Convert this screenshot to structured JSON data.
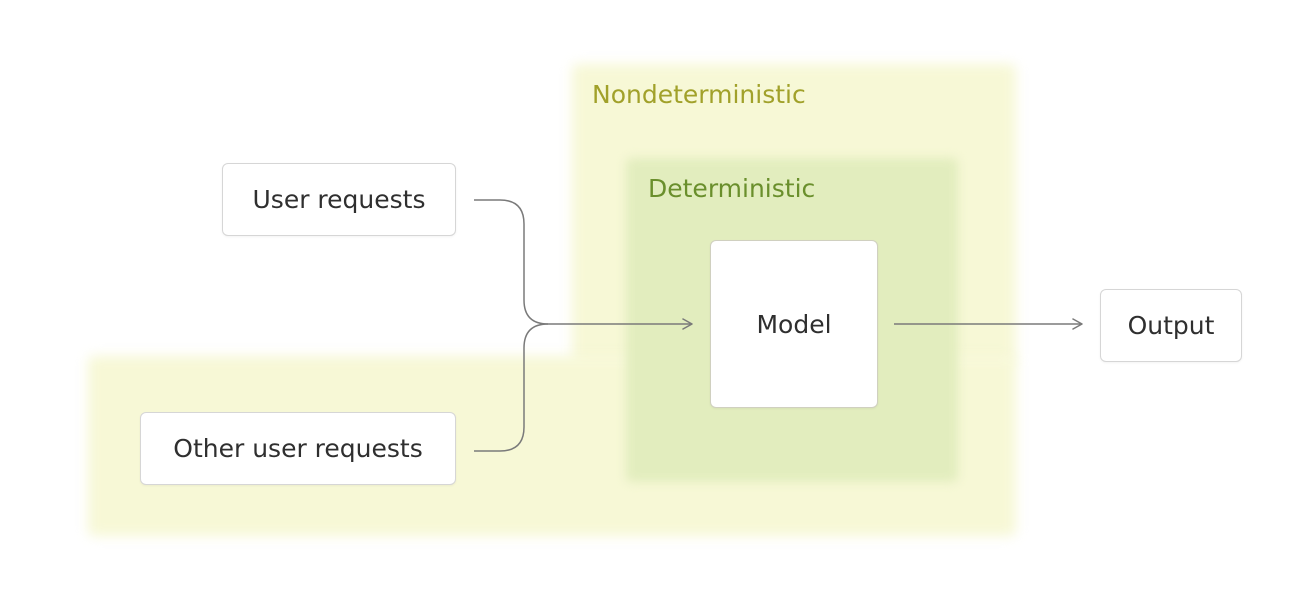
{
  "diagram": {
    "regions": {
      "nondeterministic": {
        "label": "Nondeterministic",
        "color": "#f7f8d6",
        "label_color": "#a1a12a"
      },
      "deterministic": {
        "label": "Deterministic",
        "color": "#e2edbe",
        "label_color": "#6a8f2c"
      }
    },
    "nodes": {
      "user_requests": "User requests",
      "other_user_requests": "Other user requests",
      "model": "Model",
      "output": "Output"
    },
    "edges": [
      {
        "from": "User requests",
        "to": "Model"
      },
      {
        "from": "Other user requests",
        "to": "Model"
      },
      {
        "from": "Model",
        "to": "Output"
      }
    ],
    "edge_color": "#7a7a7a"
  }
}
